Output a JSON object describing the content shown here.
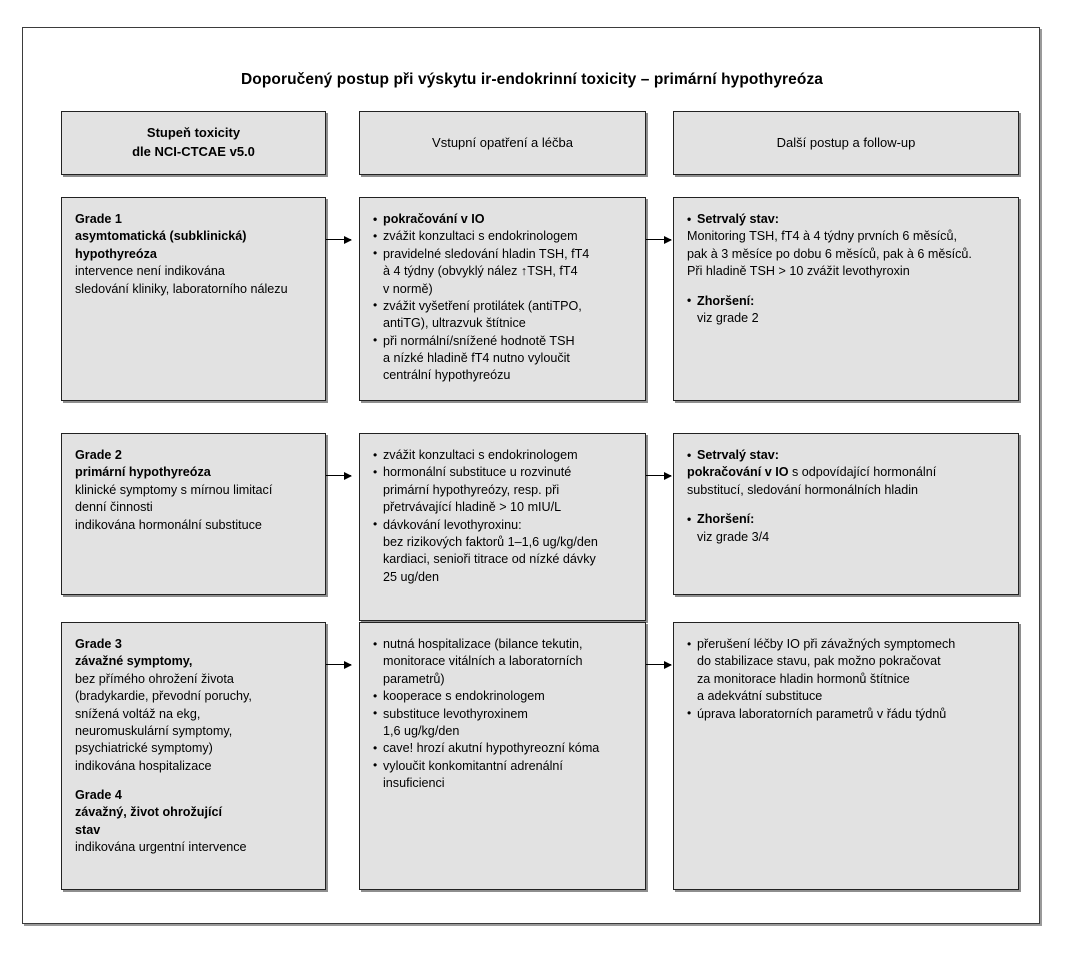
{
  "title": "Doporučený postup při výskytu ir-endokrinní toxicity – primární hypothyreóza",
  "headers": {
    "col1_line1": "Stupeň toxicity",
    "col1_line2": "dle NCI-CTCAE v5.0",
    "col2": "Vstupní opatření a léčba",
    "col3": "Další postup a follow-up"
  },
  "rows": [
    {
      "grade": {
        "l1": "Grade 1",
        "l2": "asymtomatická (subklinická)",
        "l3": "hypothyreóza",
        "l4": "intervence není indikována",
        "l5": "sledování kliniky, laboratorního nálezu"
      },
      "treatment": [
        {
          "text": "pokračování v IO",
          "bold": true
        },
        {
          "text": "zvážit konzultaci s endokrinologem"
        },
        {
          "text": "pravidelné sledování hladin TSH, fT4",
          "cont": [
            "à 4 týdny (obvyklý nález ↑TSH, fT4",
            "v normě)"
          ]
        },
        {
          "text": "zvážit vyšetření protilátek (antiTPO,",
          "cont": [
            "antiTG), ultrazvuk štítnice"
          ]
        },
        {
          "text": "při normální/snížené hodnotě TSH",
          "cont": [
            "a nízké hladině fT4 nutno vyloučit",
            "centrální hypothyreózu"
          ]
        }
      ],
      "followup": {
        "b1_label": "Setrvalý stav:",
        "b1_lines": [
          "Monitoring TSH, fT4 à 4 týdny prvních 6 měsíců,",
          "pak à 3 měsíce po dobu 6 měsíců, pak à 6 měsíců.",
          "Při hladině TSH > 10 zvážit levothyroxin"
        ],
        "b2_label": "Zhoršení:",
        "b2_lines": [
          "viz grade 2"
        ]
      }
    },
    {
      "grade": {
        "l1": "Grade 2",
        "l2": "primární hypothyreóza",
        "l3": "klinické symptomy s mírnou limitací",
        "l4": "denní činnosti",
        "l5": "indikována hormonální substituce"
      },
      "treatment": [
        {
          "text": "zvážit konzultaci s endokrinologem"
        },
        {
          "text": "hormonální substituce u rozvinuté",
          "cont": [
            "primární hypothyreózy, resp. při",
            "přetrvávající hladině > 10 mIU/L"
          ]
        },
        {
          "text": "dávkování levothyroxinu:",
          "cont": [
            "bez rizikových faktorů 1–1,6 ug/kg/den",
            "kardiaci, senioři titrace od nízké dávky",
            "25 ug/den"
          ]
        }
      ],
      "followup": {
        "b1_label": "Setrvalý stav:",
        "b1_bold_prefix": "pokračování v IO",
        "b1_lines": [
          " s odpovídající hormonální",
          "substitucí, sledování hormonálních hladin"
        ],
        "b2_label": "Zhoršení:",
        "b2_lines": [
          "viz grade 3/4"
        ]
      }
    },
    {
      "grade": {
        "l1": "Grade 3",
        "l2": "závažné symptomy,",
        "l3": "bez přímého ohrožení života",
        "l4": "(bradykardie, převodní poruchy,",
        "l5": "snížená voltáž na ekg,",
        "l6": "neuromuskulární symptomy,",
        "l7": "psychiatrické symptomy)",
        "l8": "indikována hospitalizace",
        "l9": "Grade 4",
        "l10": "závažný, život ohrožující",
        "l11": "stav",
        "l12": "indikována urgentní intervence"
      },
      "treatment": [
        {
          "text": "nutná hospitalizace (bilance tekutin,",
          "cont": [
            "monitorace vitálních a laboratorních",
            "parametrů)"
          ]
        },
        {
          "text": "kooperace s endokrinologem"
        },
        {
          "text": "substituce levothyroxinem",
          "cont": [
            "1,6 ug/kg/den"
          ]
        },
        {
          "text": "cave! hrozí akutní hypothyreozní kóma"
        },
        {
          "text": "vyloučit konkomitantní adrenální",
          "cont": [
            "insuficienci"
          ]
        }
      ],
      "followup_bullets": [
        {
          "text": "přerušení léčby IO při závažných symptomech",
          "cont": [
            "do stabilizace stavu, pak možno pokračovat",
            "za monitorace hladin hormonů štítnice",
            "a adekvátní substituce"
          ]
        },
        {
          "text": "úprava laboratorních parametrů v řádu týdnů"
        }
      ]
    }
  ],
  "colors": {
    "box_fill": "#e2e2e2",
    "box_border": "#222222",
    "frame_border": "#3b3b3b",
    "text": "#000000"
  }
}
